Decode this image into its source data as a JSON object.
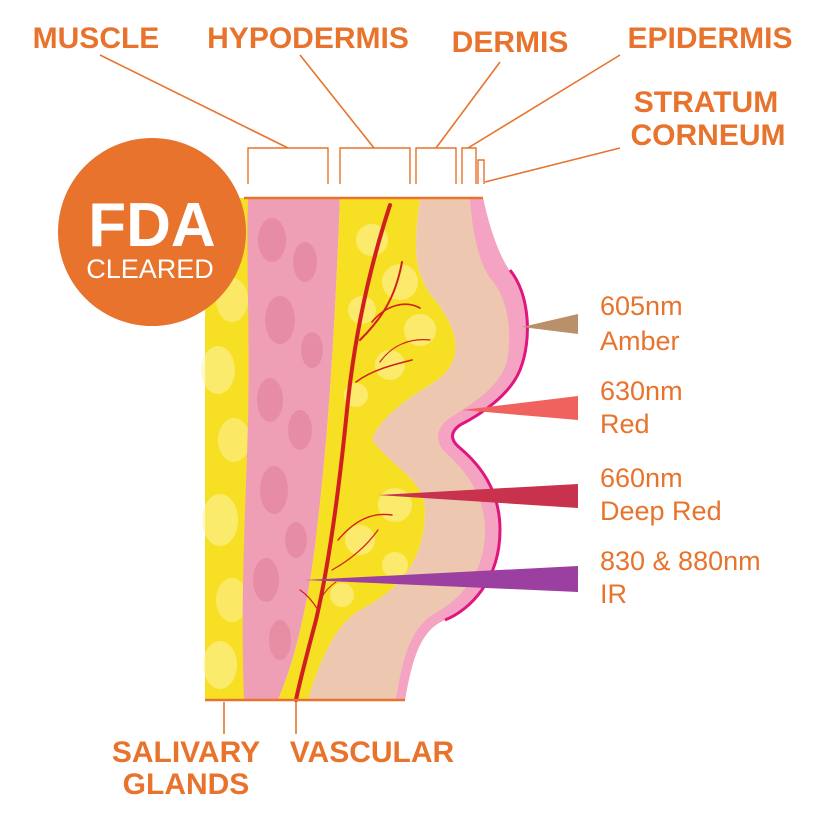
{
  "badge": {
    "title": "FDA",
    "subtitle": "CLEARED",
    "color": "#e8732c"
  },
  "layers": {
    "muscle": "MUSCLE",
    "hypodermis": "HYPODERMIS",
    "dermis": "DERMIS",
    "epidermis": "EPIDERMIS",
    "stratum_line1": "STRATUM",
    "stratum_line2": "CORNEUM"
  },
  "bottom_labels": {
    "salivary_line1": "SALIVARY",
    "salivary_line2": "GLANDS",
    "vascular": "VASCULAR"
  },
  "wavelengths": [
    {
      "nm": "605nm",
      "name": "Amber",
      "color": "#b9906a"
    },
    {
      "nm": "630nm",
      "name": "Red",
      "color": "#f0625e"
    },
    {
      "nm": "660nm",
      "name": "Deep Red",
      "color": "#c8324d"
    },
    {
      "nm": "830 & 880nm",
      "name": "IR",
      "color": "#9b3fa0"
    }
  ],
  "colors": {
    "accent": "#e8732c",
    "fat": "#f7df24",
    "muscle": "#ef9fb5",
    "vessel": "#d11f1f",
    "dermis": "#eec7b1",
    "epidermis_edge": "#e0157f"
  }
}
